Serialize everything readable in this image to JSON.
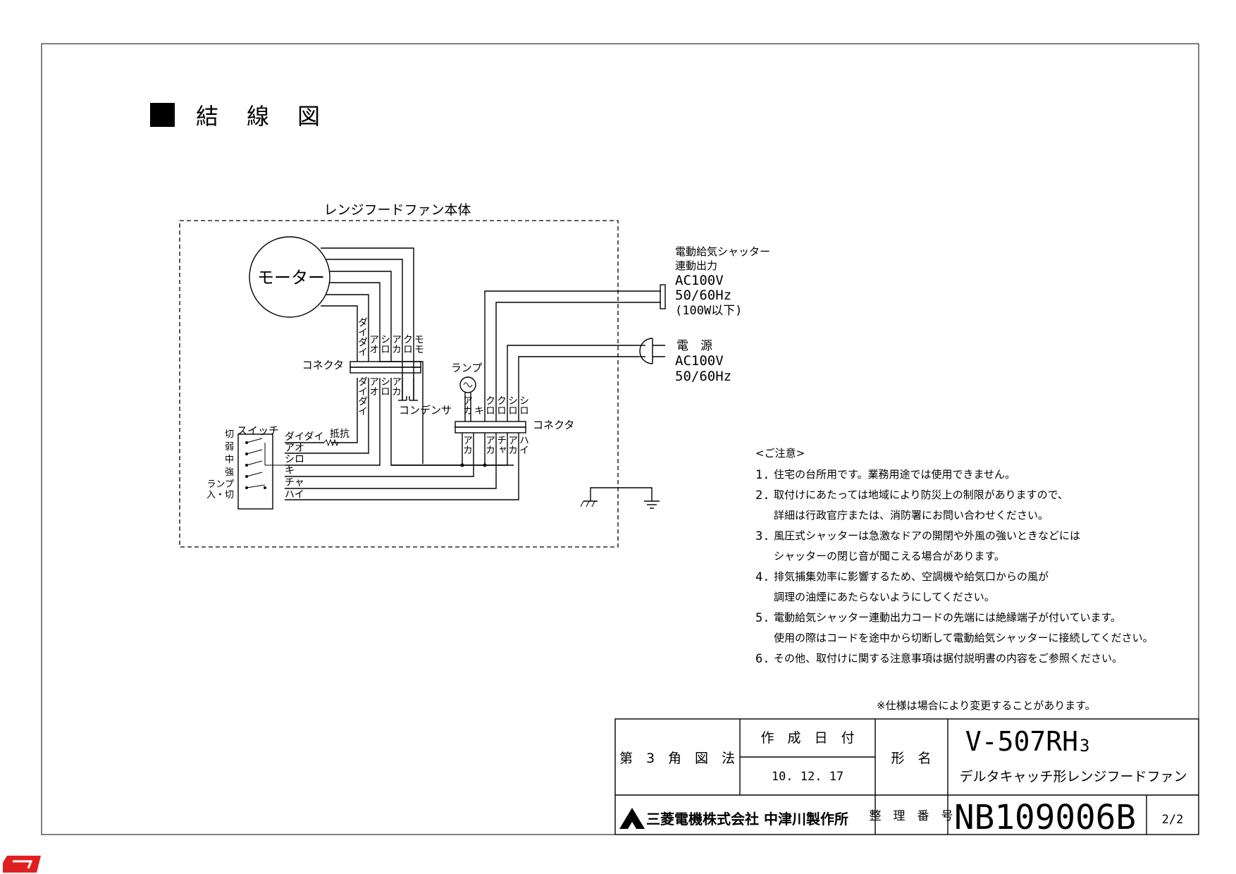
{
  "heading": "結　線　図",
  "unit_label": "レンジフードファン本体",
  "motor_label": "モーター",
  "connector_top_label": "コネクタ",
  "connector_right_label": "コネクタ",
  "lamp_label": "ランプ",
  "capacitor_label": "コンデンサ",
  "switch_label": "スイッチ",
  "resistor_label": "抵抗",
  "switch_positions": [
    "切",
    "弱",
    "中",
    "強",
    "ランプ",
    "入・切"
  ],
  "motor_wires_upper": [
    "ダイダイ",
    "アオ",
    "シロ",
    "アカ",
    "クロ",
    "モモ"
  ],
  "motor_wires_lower": [
    "ダイダイ",
    "アオ",
    "シロ",
    "アカ"
  ],
  "right_connector_upper": [
    "アカ",
    "キ",
    "クロ",
    "クロ",
    "シロ",
    "シロ"
  ],
  "right_connector_lower": [
    "アカ",
    "アカ",
    "チャ",
    "アカ",
    "ハイ"
  ],
  "switch_wires": [
    "ダイダイ",
    "アオ",
    "シロ",
    "キ",
    "チャ",
    "ハイ"
  ],
  "shutter_output": {
    "line1": "電動給気シャッター",
    "line2": "連動出力",
    "line3": "AC100V",
    "line4": "50/60Hz",
    "line5": "(100W以下)"
  },
  "power": {
    "line1": "電　源",
    "line2": "AC100V",
    "line3": "50/60Hz"
  },
  "notes_title": "<ご注意>",
  "notes": [
    {
      "num": "1.",
      "lines": [
        "住宅の台所用です。業務用途では使用できません。"
      ]
    },
    {
      "num": "2.",
      "lines": [
        "取付けにあたっては地域により防災上の制限がありますので、",
        "詳細は行政官庁または、消防署にお問い合わせください。"
      ]
    },
    {
      "num": "3.",
      "lines": [
        "風圧式シャッターは急激なドアの開閉や外風の強いときなどには",
        "シャッターの閉じ音が聞こえる場合があります。"
      ]
    },
    {
      "num": "4.",
      "lines": [
        "排気捕集効率に影響するため、空調機や給気口からの風が",
        "調理の油煙にあたらないようにしてください。"
      ]
    },
    {
      "num": "5.",
      "lines": [
        "電動給気シャッター連動出力コードの先端には絶縁端子が付いています。",
        "使用の際はコードを途中から切断して電動給気シャッターに接続してください。"
      ]
    },
    {
      "num": "6.",
      "lines": [
        "その他、取付けに関する注意事項は据付説明書の内容をご参照ください。"
      ]
    }
  ],
  "spec_note": "※仕様は場合により変更することがあります。",
  "title_block": {
    "projection": "第　3　角　図　法",
    "date_label": "作　成　日　付",
    "date_value": "10. 12. 17",
    "model_label": "形　名",
    "model_value": "V-507RH",
    "model_sub": "3",
    "product_name": "デルタキャッチ形レンジフードファン",
    "company": "三菱電機株式会社 中津川製作所",
    "ref_label": "整　理　番　号",
    "ref_value": "NB109006B",
    "sheet": "2/2"
  }
}
